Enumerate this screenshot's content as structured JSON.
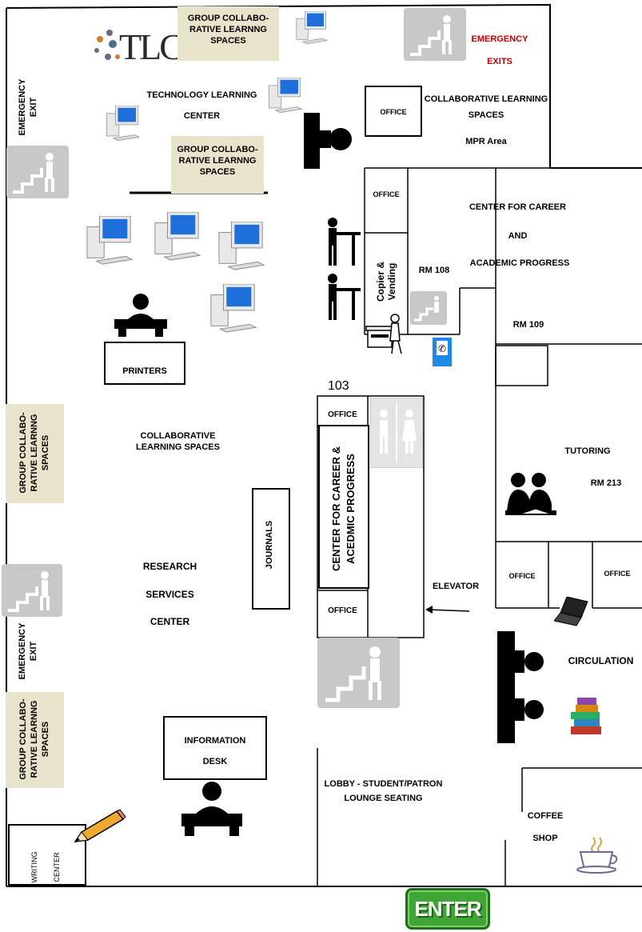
{
  "logo": "TLC",
  "labels": {
    "group_collab_top_1": "GROUP COLLABO-\nRATIVE LEARNNG\nSPACES",
    "group_collab_top_2": "GROUP COLLABO-\nRATIVE LEARNNG\nSPACES",
    "emergency_exits_top": "EMERGENCY\nEXITS",
    "emergency_exit_left_top": "EMERGENCY\nEXIT",
    "tech_learning_center": "TECHNOLOGY  LEARNING\nCENTER",
    "office_top": "OFFICE",
    "collab_spaces_mpr": "COLLABORATIVE LEARNING\nSPACES",
    "mpr_area": "MPR Area",
    "office_2": "OFFICE",
    "center_career_top_1": "CENTER FOR CAREER",
    "center_career_top_2": "AND",
    "center_career_top_3": "ACADEMIC PROGRESS",
    "copier_vending": "Copier &\nVending",
    "rm_108": "RM  108",
    "rm_109": "RM 109",
    "printers": "PRINTERS",
    "room_103": "103",
    "office_103": "OFFICE",
    "center_career_vertical": "CENTER FOR CAREER &\nACEDMIC PROGRESS",
    "tutoring": "TUTORING",
    "rm_213": "RM 213",
    "group_collab_left_mid": "GROUP COLLABO-\nRATIVE LEARNNG\nSPACES",
    "collab_learning_spaces": "COLLABORATIVE\nLEARNING SPACES",
    "journals": "JOURNALS",
    "research_1": "RESEARCH",
    "research_2": "SERVICES",
    "research_3": "CENTER",
    "office_lower": "OFFICE",
    "elevator": "ELEVATOR",
    "office_right_1": "OFFICE",
    "office_right_2": "OFFICE",
    "emergency_exit_left_bottom": "EMERGENCY\nEXIT",
    "circulation": "CIRCULATION",
    "group_collab_left_bottom": "GROUP COLLABO-\nRATIVE LEARNNG\nSPACES",
    "information_desk": "INFORMATION\nDESK",
    "lobby": "LOBBY - STUDENT/PATRON\nLOUNGE SEATING",
    "writing_center": "WRITING\nCENTER",
    "coffee_shop_1": "COFFEE",
    "coffee_shop_2": "SHOP",
    "enter": "ENTER"
  },
  "colors": {
    "emergency_red": "#c00000",
    "tan_fill": "#e8e4cc",
    "enter_green": "#3fa535",
    "exit_sign_gray": "#c8c8c8",
    "computer_blue": "#1e6fd9"
  }
}
